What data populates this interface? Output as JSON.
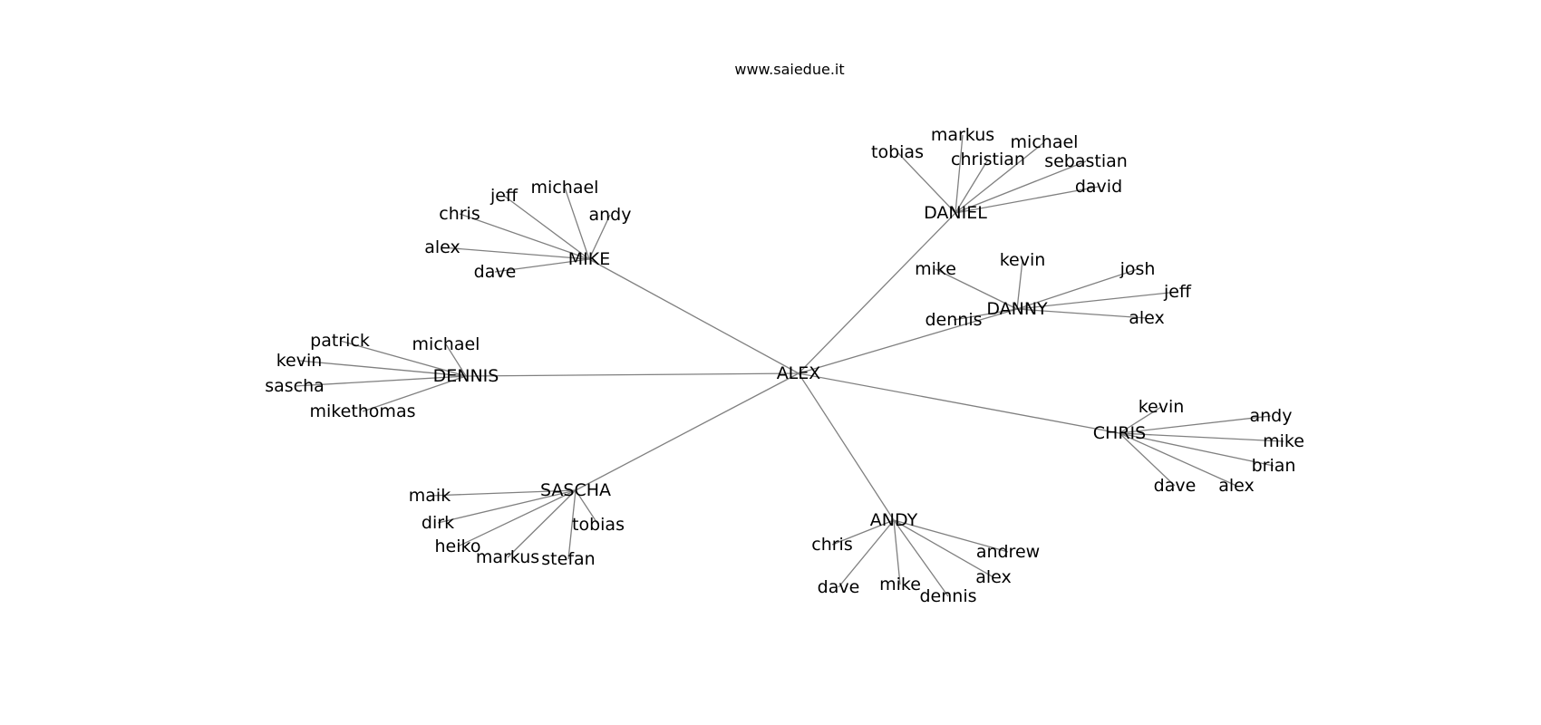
{
  "title": "www.saiedue.it",
  "root": "ALEX",
  "groups": [
    {
      "hub": "MIKE",
      "leaves": [
        "jeff",
        "michael",
        "chris",
        "andy",
        "alex",
        "dave"
      ]
    },
    {
      "hub": "DANIEL",
      "leaves": [
        "markus",
        "tobias",
        "michael",
        "christian",
        "sebastian",
        "david"
      ]
    },
    {
      "hub": "DANNY",
      "leaves": [
        "mike",
        "kevin",
        "josh",
        "jeff",
        "dennis",
        "alex"
      ]
    },
    {
      "hub": "DENNIS",
      "leaves": [
        "patrick",
        "michael",
        "kevin",
        "sascha",
        "mikethomas"
      ]
    },
    {
      "hub": "CHRIS",
      "leaves": [
        "kevin",
        "andy",
        "mike",
        "brian",
        "dave",
        "alex"
      ]
    },
    {
      "hub": "SASCHA",
      "leaves": [
        "maik",
        "dirk",
        "tobias",
        "heiko",
        "markus",
        "stefan"
      ]
    },
    {
      "hub": "ANDY",
      "leaves": [
        "chris",
        "andrew",
        "alex",
        "dave",
        "mike",
        "dennis"
      ]
    }
  ]
}
